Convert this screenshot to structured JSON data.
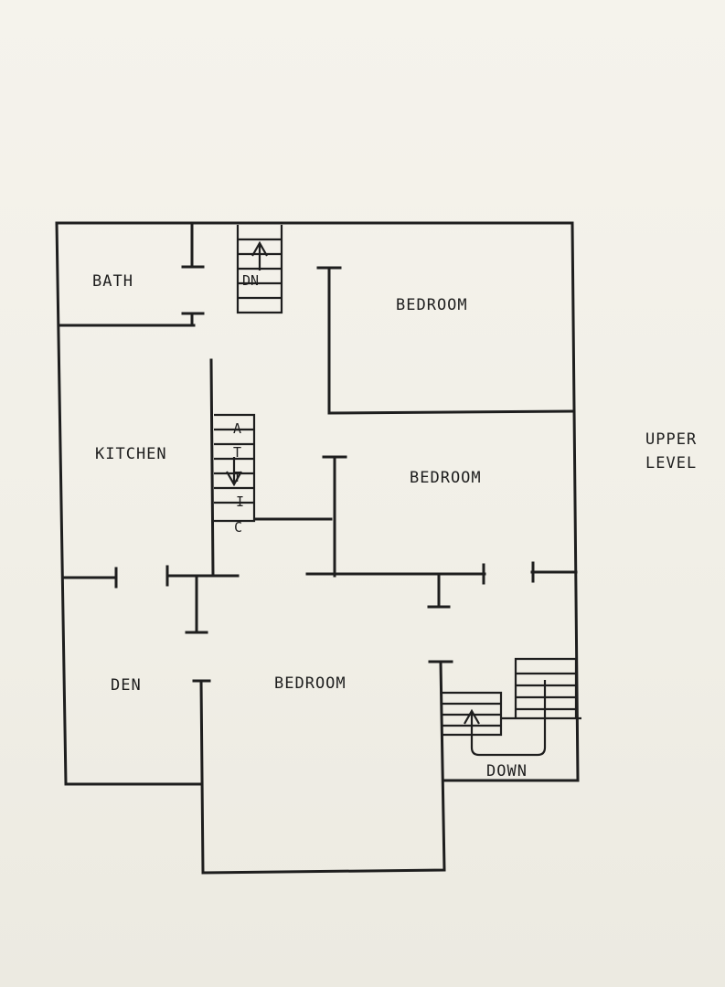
{
  "title": {
    "line1": "UPPER",
    "line2": "LEVEL"
  },
  "rooms": {
    "bath": "BATH",
    "bedroom_top": "BEDROOM",
    "kitchen": "KITCHEN",
    "bedroom_middle": "BEDROOM",
    "den": "DEN",
    "bedroom_bottom": "BEDROOM"
  },
  "stairs": {
    "top_label": "DN",
    "attic_letters": [
      "A",
      "T",
      "T",
      "I",
      "C"
    ],
    "down_label": "DOWN"
  }
}
